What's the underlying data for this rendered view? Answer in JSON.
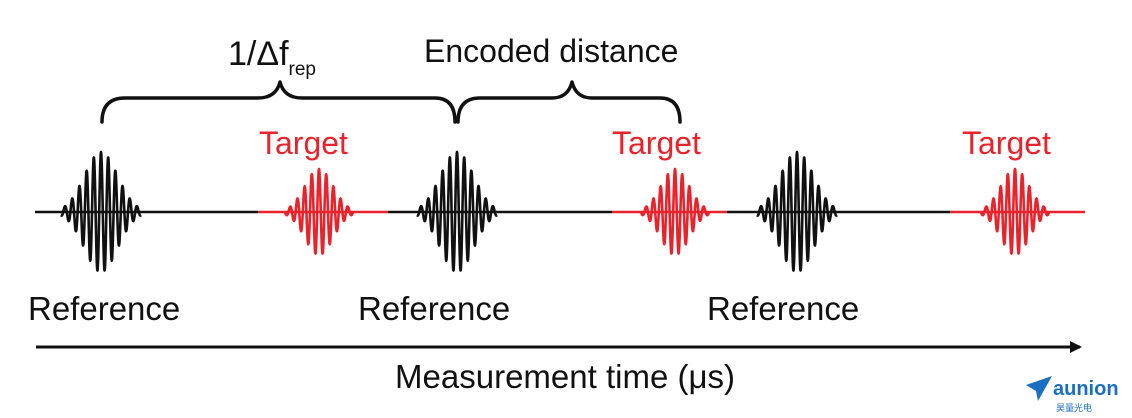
{
  "labels": {
    "period_prefix": "1/",
    "period_delta": "Δ",
    "period_f": "f",
    "period_sub": "rep",
    "encoded_distance": "Encoded distance",
    "axis_label": "Measurement time (μs)"
  },
  "pulses": [
    {
      "role": "Reference",
      "label": "Reference"
    },
    {
      "role": "Target",
      "label": "Target"
    },
    {
      "role": "Reference",
      "label": "Reference"
    },
    {
      "role": "Target",
      "label": "Target"
    },
    {
      "role": "Reference",
      "label": "Reference"
    },
    {
      "role": "Target",
      "label": "Target"
    }
  ],
  "logo": {
    "name": "aunion",
    "subtitle": "昊量光电"
  },
  "colors": {
    "reference": "#111111",
    "target": "#e8232b",
    "logo_blue": "#1a6fc2"
  }
}
